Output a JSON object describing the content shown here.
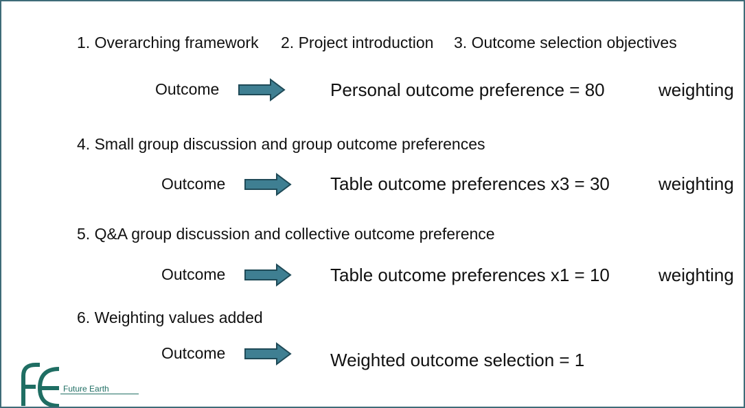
{
  "header": {
    "step1": "1. Overarching framework",
    "step2": "2. Project introduction",
    "step3": "3. Outcome selection objectives"
  },
  "rows": [
    {
      "outcome": "Outcome",
      "result": "Personal outcome preference = 80",
      "weight": "weighting"
    },
    {
      "heading": "4. Small group discussion and group outcome preferences",
      "outcome": "Outcome",
      "result": "Table outcome preferences x3 = 30",
      "weight": "weighting"
    },
    {
      "heading": "5. Q&A group discussion and collective outcome preference",
      "outcome": "Outcome",
      "result": "Table outcome preferences x1 = 10",
      "weight": "weighting"
    },
    {
      "heading": "6. Weighting values added",
      "outcome": "Outcome",
      "result": "Weighted outcome selection = 1"
    }
  ],
  "logo": {
    "text": "Future Earth"
  },
  "colors": {
    "frame": "#3e6b78",
    "arrow_fill": "#3f7f92",
    "arrow_stroke": "#1f4a57",
    "logo": "#1f6e63"
  }
}
